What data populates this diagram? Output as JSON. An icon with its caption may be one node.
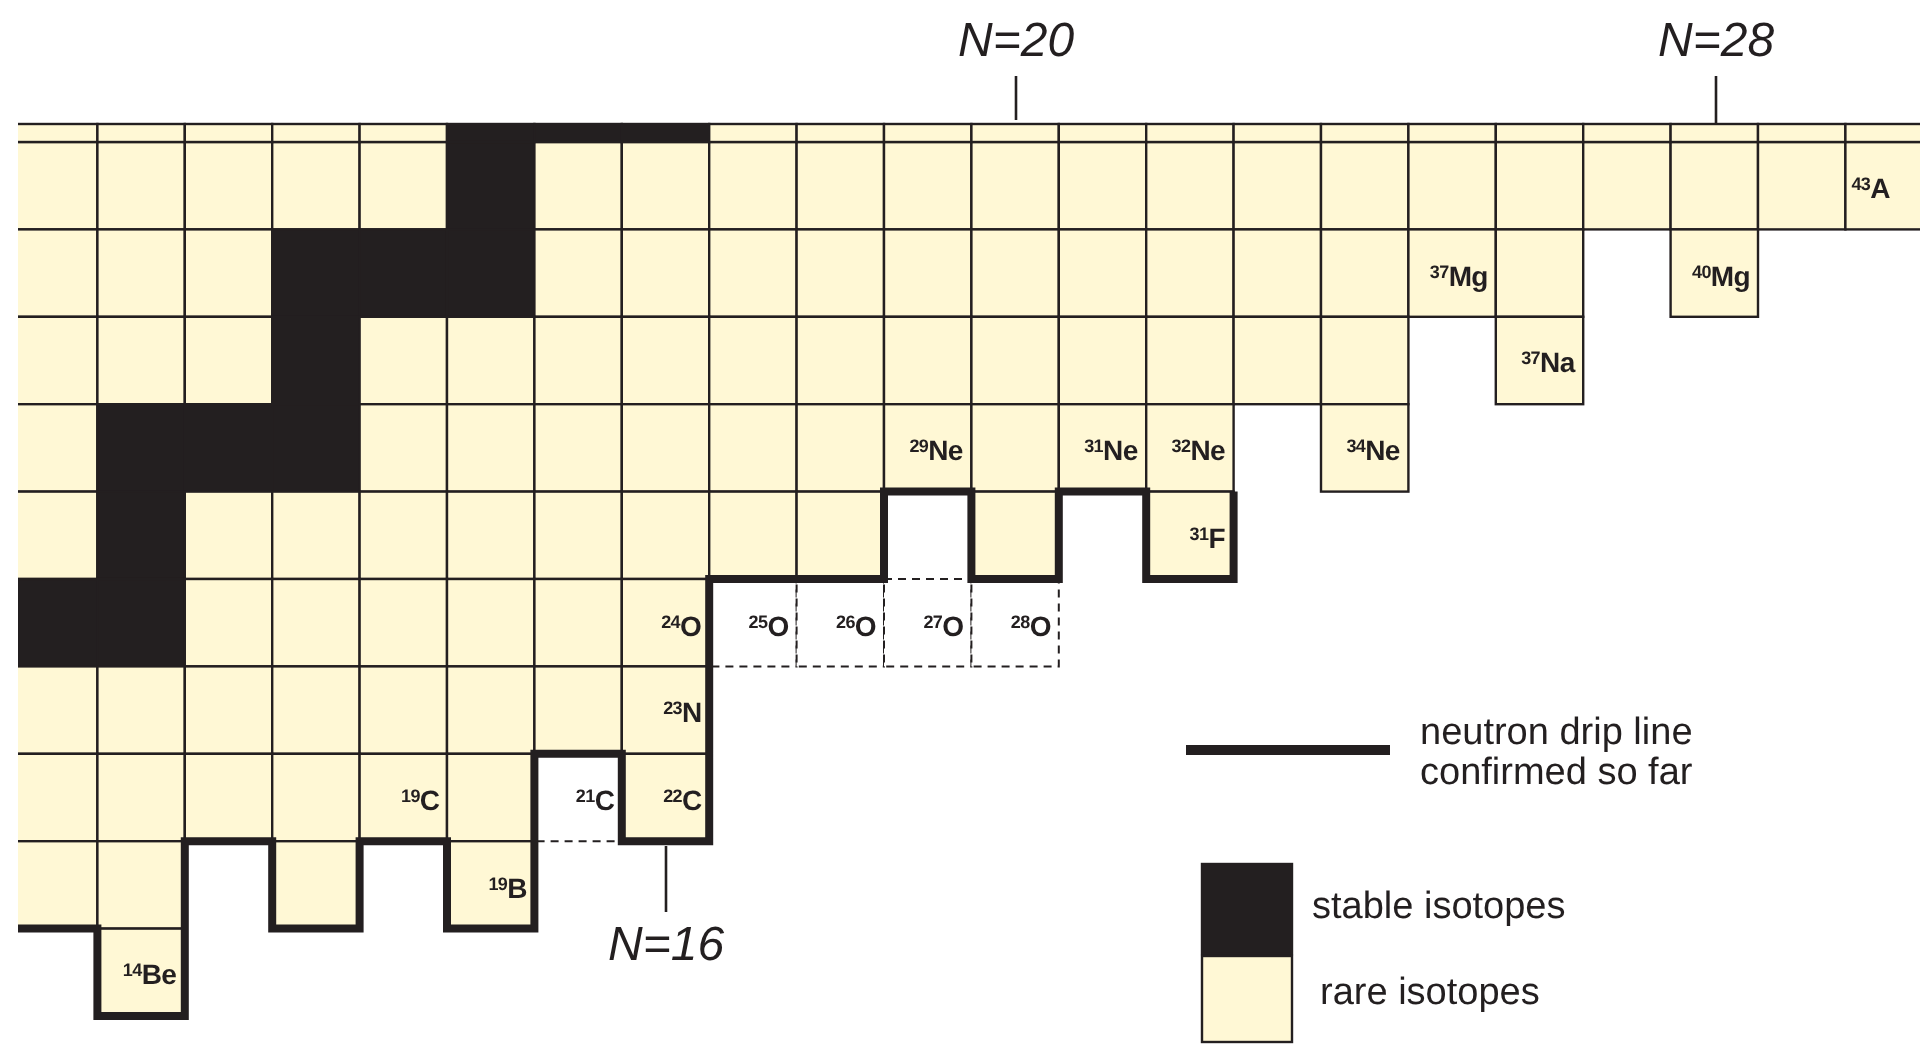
{
  "diagram": {
    "labels": [
      "N=20",
      "N=28",
      "$^{43}$A",
      "$^{37}$Mg",
      "$^{40}$Mg",
      "$^{37}$Na",
      "$^{29}$Ne",
      "$^{31}$Ne",
      "$^{32}$Ne",
      "$^{34}$Ne",
      "$^{31}$F",
      "$^{24}$O",
      "$^{25}$O",
      "$^{26}$O",
      "$^{27}$O",
      "$^{28}$O",
      "$^{23}$N",
      "$^{19}$C",
      "$^{21}$C",
      "$^{22}$C",
      "$^{19}$B",
      "N=16",
      "$^{14}$Be"
    ],
    "legend": [
      {
        "text": "neutron drip line confirmed so far"
      },
      {
        "text": "stable  isotopes",
        "color": "#231f20"
      },
      {
        "text": "rare isotopes",
        "color": "#fff8d5"
      }
    ]
  }
}
